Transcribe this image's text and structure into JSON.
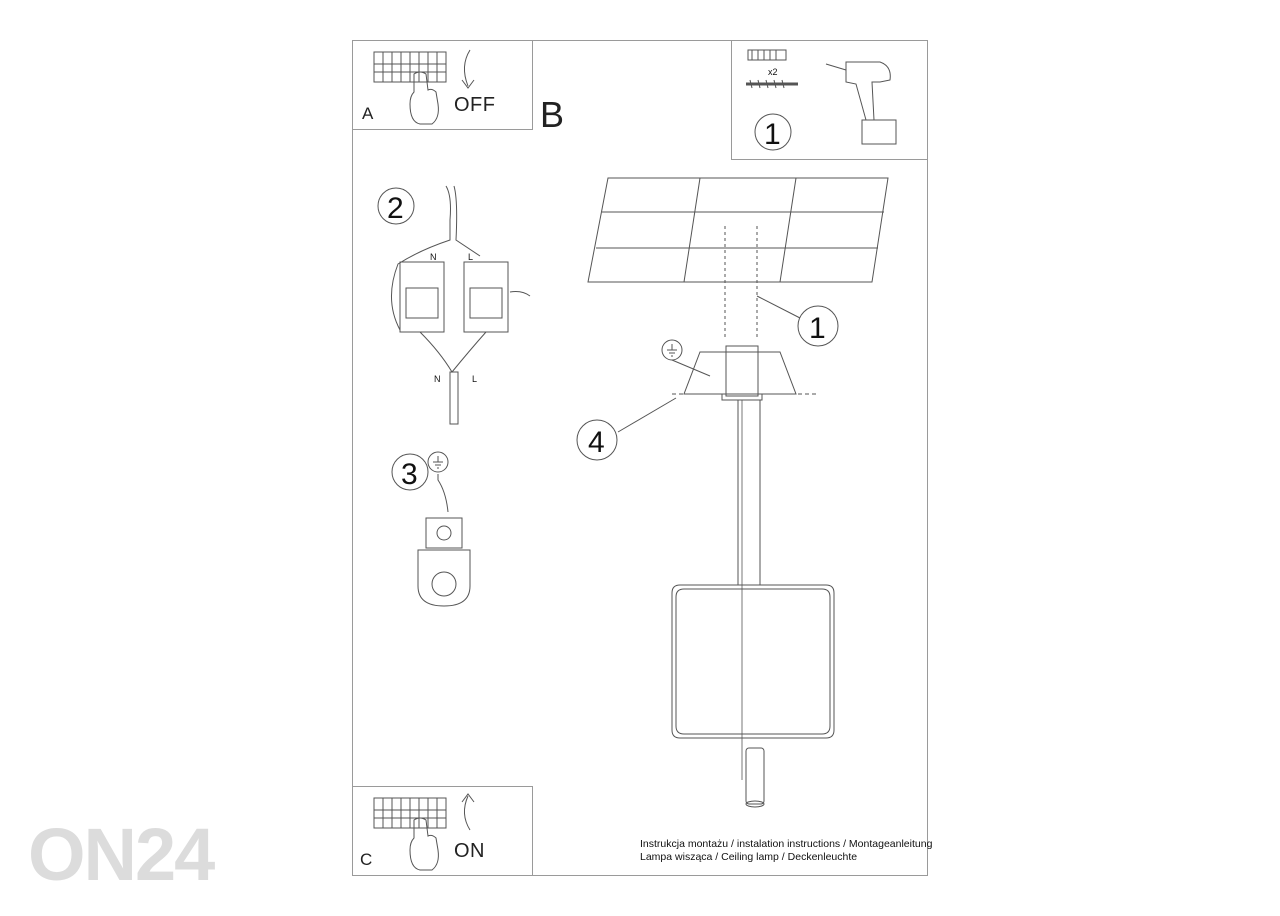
{
  "panels": {
    "a": {
      "letter": "A",
      "state": "OFF"
    },
    "b": {
      "letter": "B"
    },
    "c": {
      "letter": "C",
      "state": "ON"
    }
  },
  "tools": {
    "quantity": "x2",
    "step": "1"
  },
  "steps": {
    "wiring": "2",
    "ground": "3",
    "mount": "1",
    "screws": "4"
  },
  "wire_labels": {
    "neutral": "N",
    "live": "L"
  },
  "footer": {
    "line1": "Instrukcja montażu / instalation instructions / Montageanleitung",
    "line2": "Lampa wisząca / Ceiling lamp / Deckenleuchte"
  },
  "watermark": "ON24"
}
